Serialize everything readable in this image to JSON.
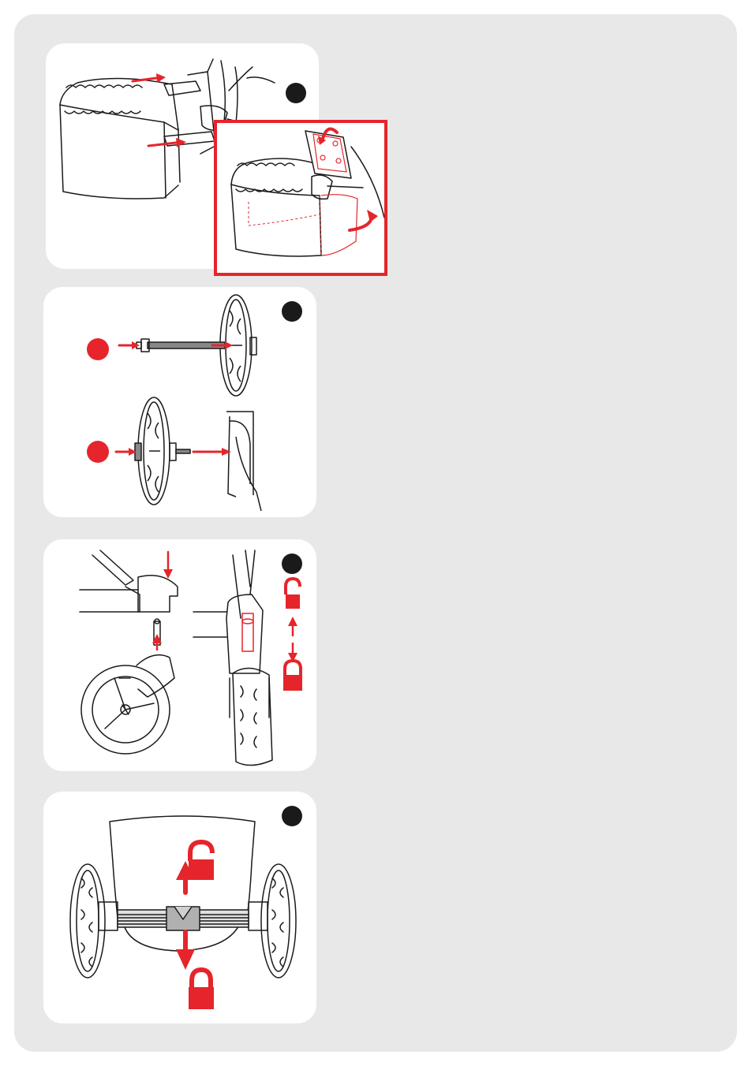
{
  "colors": {
    "sheet": "#e8e8e8",
    "panel": "#ffffff",
    "accent": "#e5252b",
    "line": "#1a1a1a",
    "step_marker": "#1a1a1a"
  },
  "panels": [
    {
      "id": "basket",
      "icons": [
        "basket-icon",
        "arrow-right-icon",
        "curved-arrow-icon"
      ]
    },
    {
      "id": "rear-wheel",
      "icons": [
        "wheel-icon",
        "axle-icon",
        "arrow-right-icon"
      ]
    },
    {
      "id": "front-wheel",
      "icons": [
        "swivel-wheel-icon",
        "lock-open-icon",
        "lock-closed-icon"
      ]
    },
    {
      "id": "rear-axle-lock",
      "icons": [
        "lock-open-icon",
        "lock-closed-icon",
        "double-arrow-icon"
      ]
    }
  ]
}
